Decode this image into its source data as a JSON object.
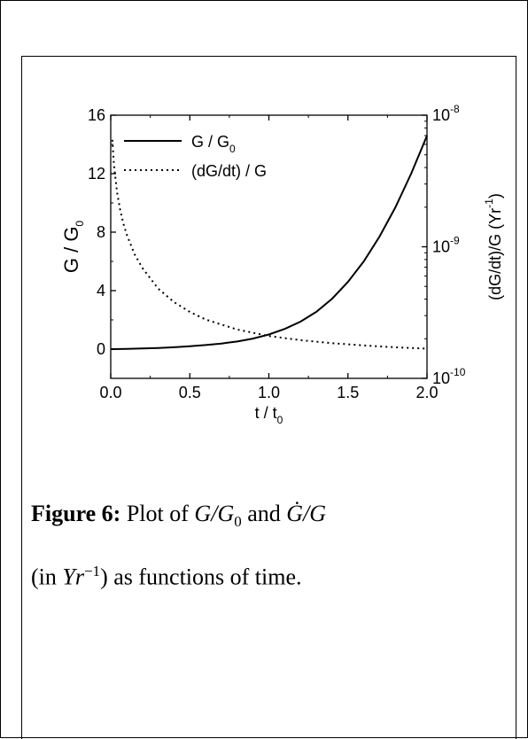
{
  "chart_data": {
    "type": "line",
    "x": [
      0,
      0.1,
      0.2,
      0.3,
      0.4,
      0.5,
      0.6,
      0.7,
      0.8,
      0.9,
      1.0,
      1.1,
      1.2,
      1.3,
      1.4,
      1.5,
      1.6,
      1.7,
      1.8,
      1.9,
      2.0
    ],
    "xlabel": "t / t",
    "xlabel_sub": "0",
    "xlim": [
      0,
      2.0
    ],
    "xticks": [
      0.0,
      0.5,
      1.0,
      1.5,
      2.0
    ],
    "xtick_labels": [
      "0.0",
      "0.5",
      "1.0",
      "1.5",
      "2.0"
    ],
    "ylabel": "G / G",
    "ylabel_sub": "0",
    "ylim": [
      -2,
      16
    ],
    "yticks": [
      0,
      4,
      8,
      12,
      16
    ],
    "ytick_labels": [
      "0",
      "4",
      "8",
      "12",
      "16"
    ],
    "y2label": "(dG/dt)/G (Yr",
    "y2label_sup": "-1",
    "y2label_end": ")",
    "y2scale": "log",
    "y2lim": [
      1e-10,
      1e-08
    ],
    "y2ticks": [
      1e-10,
      1e-09,
      1e-08
    ],
    "y2tick_base": "10",
    "y2tick_exponents": [
      "-10",
      "-9",
      "-8"
    ],
    "legend_placement": "top-left",
    "grid": false,
    "series": [
      {
        "name": "G / G",
        "name_sub": "0",
        "style": "solid",
        "axis": "left",
        "values": [
          0,
          0.012,
          0.04,
          0.08,
          0.13,
          0.2,
          0.28,
          0.38,
          0.52,
          0.72,
          1.0,
          1.38,
          1.88,
          2.55,
          3.45,
          4.6,
          6.0,
          7.7,
          9.7,
          12.0,
          14.6
        ]
      },
      {
        "name": "(dG/dt) / G",
        "style": "dotted",
        "axis": "right",
        "x": [
          0.01,
          0.02,
          0.04,
          0.06,
          0.08,
          0.1,
          0.15,
          0.2,
          0.3,
          0.4,
          0.5,
          0.6,
          0.8,
          1.0,
          1.2,
          1.4,
          1.6,
          1.8,
          2.0
        ],
        "values": [
          6.5e-09,
          4.2e-09,
          2.6e-09,
          1.9e-09,
          1.5e-09,
          1.25e-09,
          8.8e-10,
          6.9e-10,
          4.8e-10,
          3.8e-10,
          3.2e-10,
          2.8e-10,
          2.35e-10,
          2.1e-10,
          1.95e-10,
          1.85e-10,
          1.78e-10,
          1.72e-10,
          1.68e-10
        ]
      }
    ]
  },
  "caption": {
    "label": "Figure 6:",
    "text1": " Plot of ",
    "g": "G",
    "slash1": "/",
    "g0": "G",
    "g0_sub": "0",
    "and": " and ",
    "gdot": "Ġ",
    "slash2": "/",
    "g2": "G",
    "line2_open": "(in ",
    "yr": "Yr",
    "yr_sup": "−1",
    "line2_rest": ") as functions of time."
  }
}
